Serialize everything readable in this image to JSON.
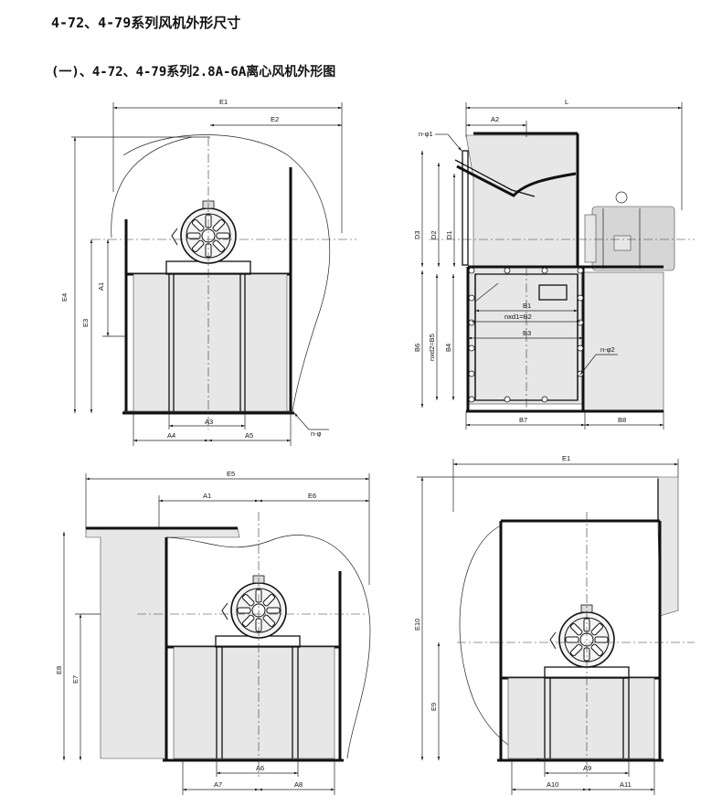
{
  "header": {
    "title": "4-72、4-79系列风机外形尺寸",
    "subtitle": "(一)、4-72、4-79系列2.8A-6A离心风机外形图"
  },
  "views": {
    "front_top": {
      "labels": {
        "E1": "E1",
        "E2": "E2",
        "E4": "E4",
        "E3": "E3",
        "A1": "A1",
        "A3": "A3",
        "A4": "A4",
        "A5": "A5",
        "hole": "n-φ"
      }
    },
    "side_top": {
      "labels": {
        "L": "L",
        "A2": "A2",
        "n_phi1": "n-φ1",
        "D3": "D3",
        "D2": "D2",
        "D1": "D1",
        "B1": "B1",
        "nxd1": "nxd1=B2",
        "B3": "B3",
        "B6": "B6",
        "nxd2": "nxd2=B5",
        "B4": "B4",
        "n_phi2": "n-φ2",
        "B7": "B7",
        "B8": "B8"
      }
    },
    "front_bottom_left": {
      "labels": {
        "E5": "E5",
        "A1": "A1",
        "E6": "E6",
        "E8": "E8",
        "E7": "E7",
        "A6": "A6",
        "A7": "A7",
        "A8": "A8"
      }
    },
    "front_bottom_right": {
      "labels": {
        "E1": "E1",
        "E10": "E10",
        "E9": "E9",
        "A9": "A9",
        "A10": "A10",
        "A11": "A11"
      }
    }
  }
}
